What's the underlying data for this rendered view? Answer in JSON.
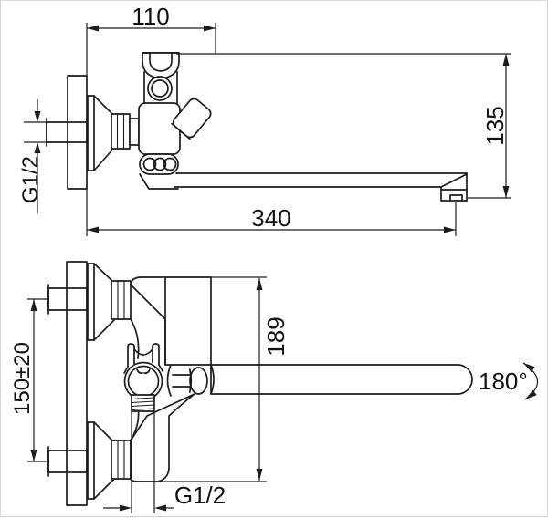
{
  "views": {
    "side_view": {
      "dimensions": {
        "wall_to_holder": "110",
        "spout_drop": "135",
        "spout_reach": "340",
        "inlet_thread": "G1/2"
      }
    },
    "front_view": {
      "dimensions": {
        "inlet_spacing": "150±20",
        "overall_height": "189",
        "shower_outlet_thread": "G1/2",
        "spout_swivel": "180°"
      }
    }
  }
}
